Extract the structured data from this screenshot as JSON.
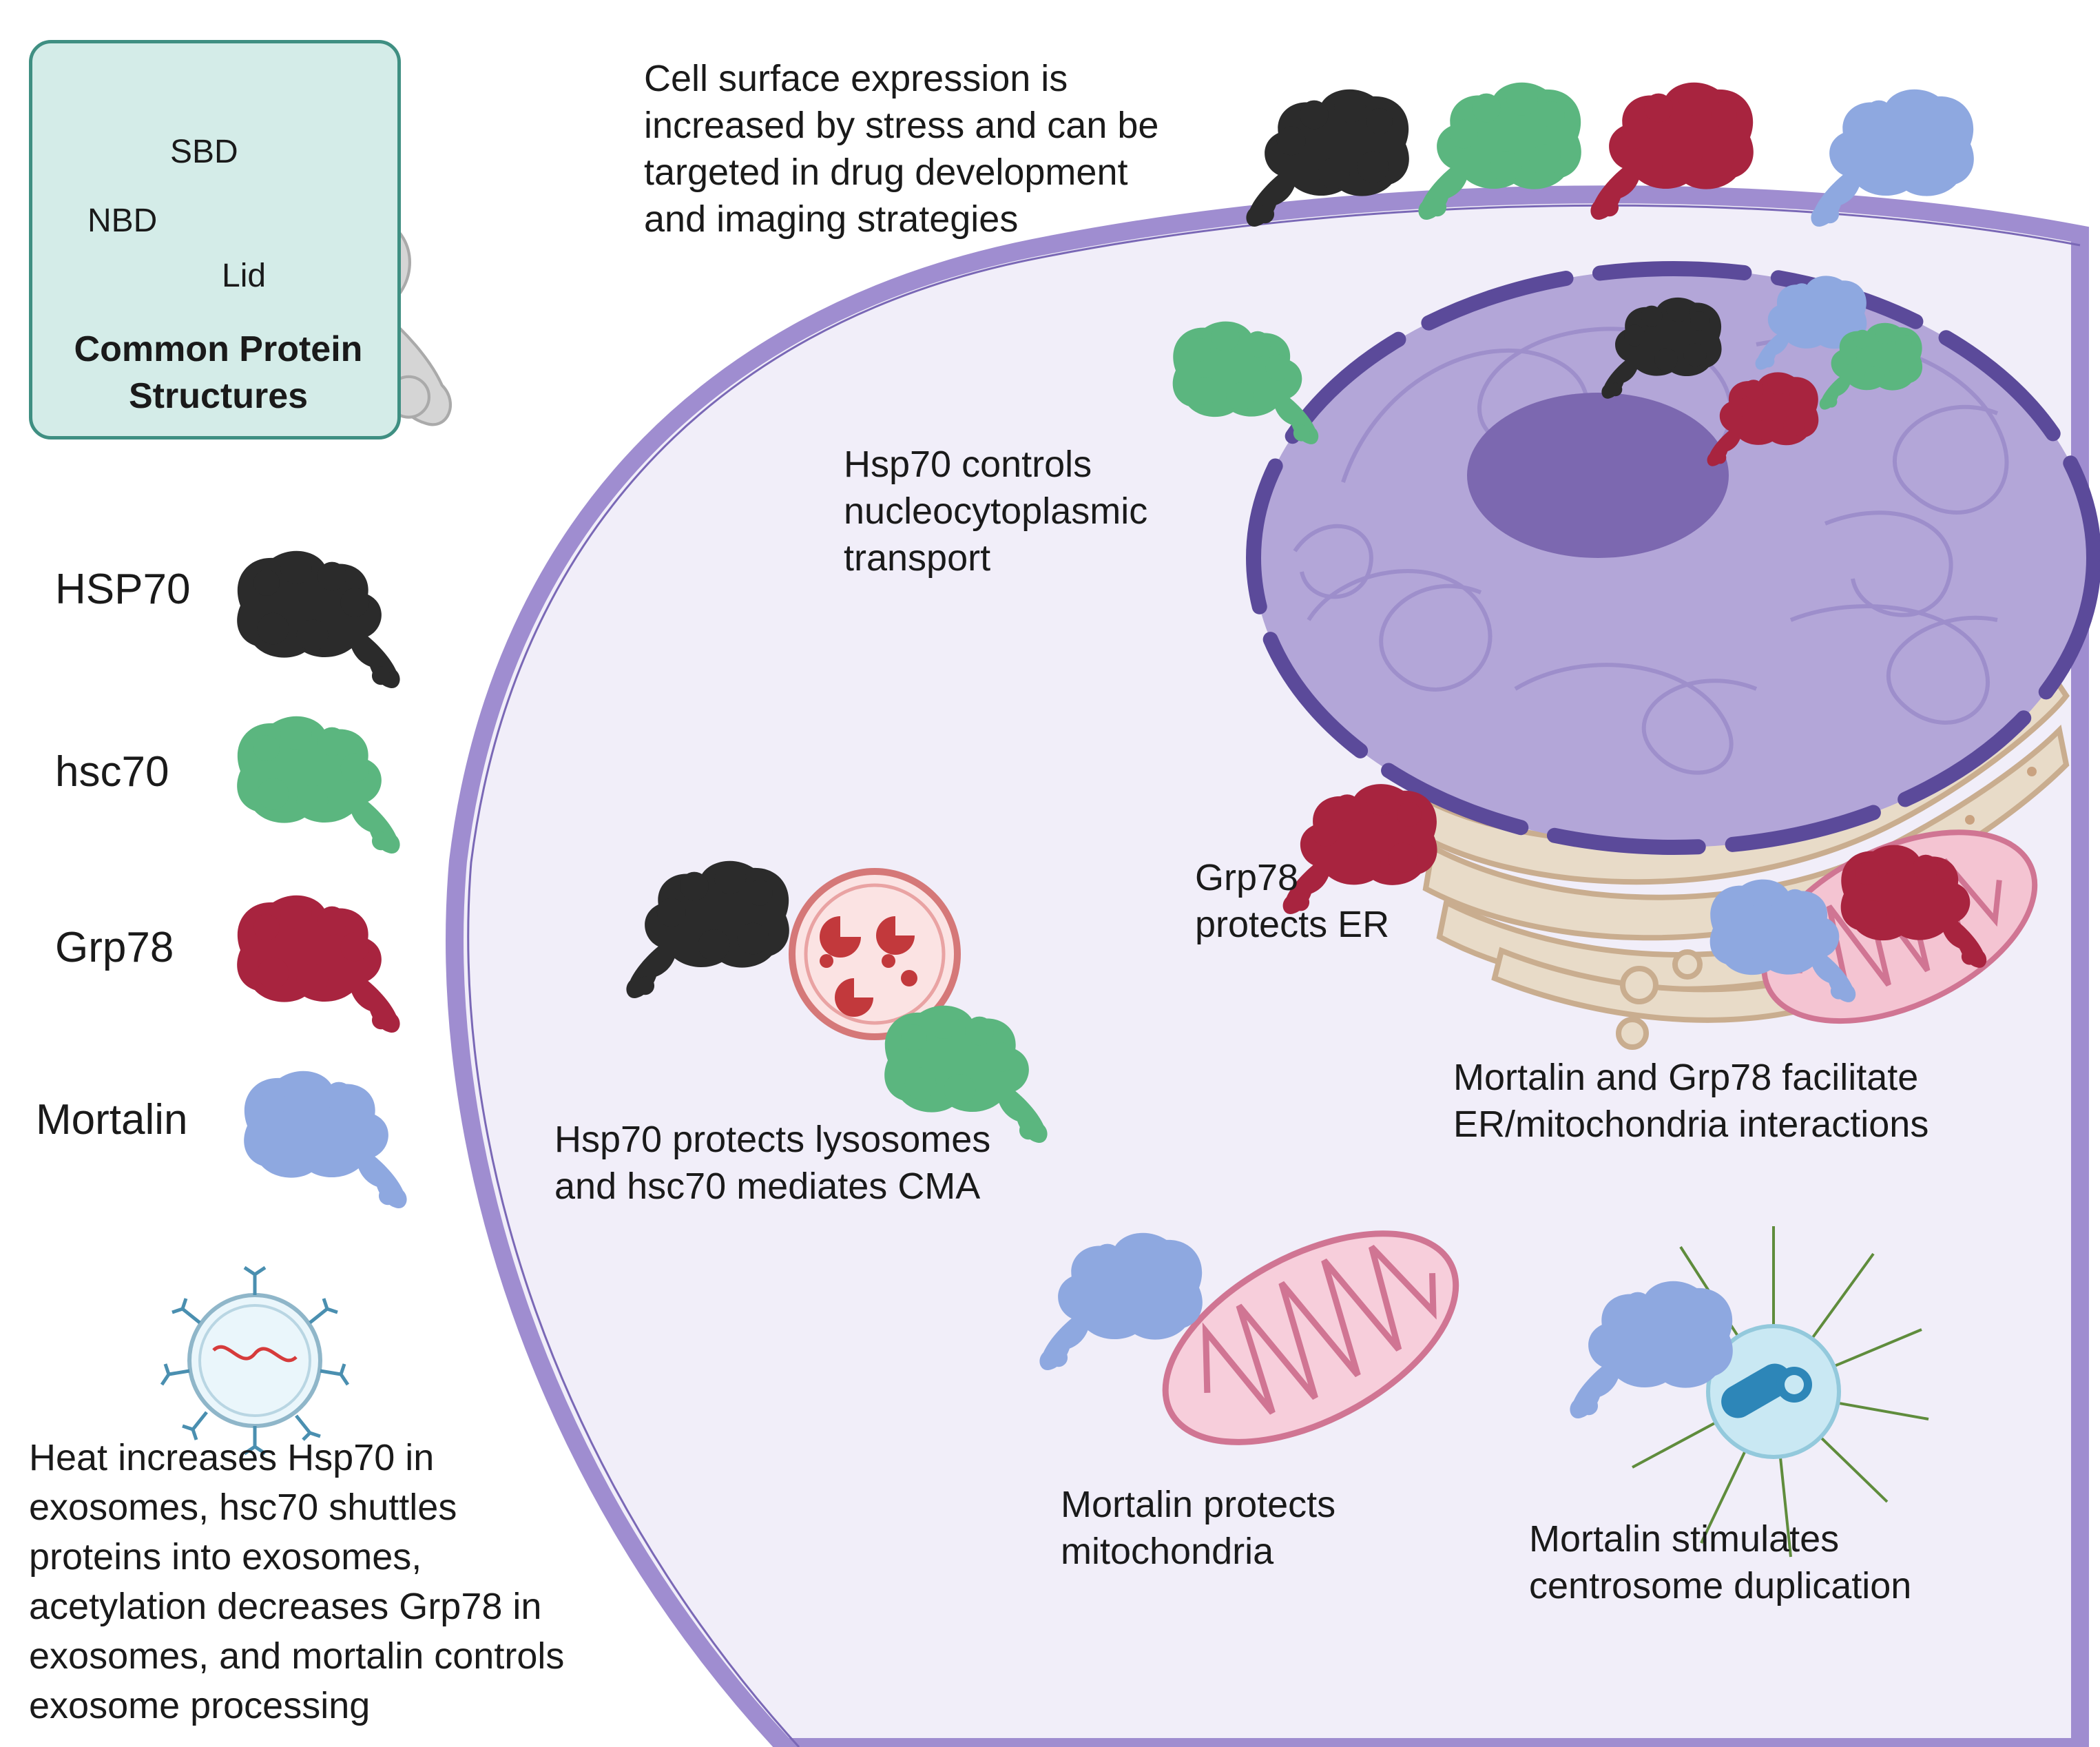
{
  "structure_box": {
    "title": "Common Protein\nStructures",
    "domains": {
      "sbd": "SBD",
      "nbd": "NBD",
      "lid": "Lid"
    }
  },
  "legend": [
    {
      "label": "HSP70",
      "color": "#2b2b2b"
    },
    {
      "label": "hsc70",
      "color": "#5bb67f"
    },
    {
      "label": "Grp78",
      "color": "#a8243f"
    },
    {
      "label": "Mortalin",
      "color": "#8ea8e0"
    }
  ],
  "annotations": {
    "surface": "Cell surface expression is\nincreased by stress and can be\ntargeted in drug development\nand imaging strategies",
    "nuclear": "Hsp70 controls\nnucleocytoplasmic\ntransport",
    "er": "Grp78\nprotects ER",
    "er_mito": "Mortalin and Grp78 facilitate\nER/mitochondria interactions",
    "lysosome": "Hsp70 protects lysosomes\nand hsc70 mediates CMA",
    "mito": "Mortalin protects\nmitochondria",
    "centrosome": "Mortalin  stimulates\ncentrosome duplication",
    "exosome": "Heat increases Hsp70 in\nexosomes, hsc70 shuttles\nproteins into exosomes,\nacetylation decreases  Grp78 in\nexosomes, and mortalin controls\nexosome processing"
  },
  "colors": {
    "cell_membrane": "#9f8dd0",
    "cytoplasm": "#f1eef9",
    "nucleus": "#b3a6d8",
    "nuclear_envelope": "#5b4a9a",
    "nucleolus": "#7c68b0",
    "er": "#d9c6ae",
    "mito_outer": "#e7a3b8",
    "lysosome": "#e5a5a5",
    "centrosome": "#c9e8f3",
    "box_fill": "#d4ece8",
    "box_border": "#3f8f82"
  }
}
